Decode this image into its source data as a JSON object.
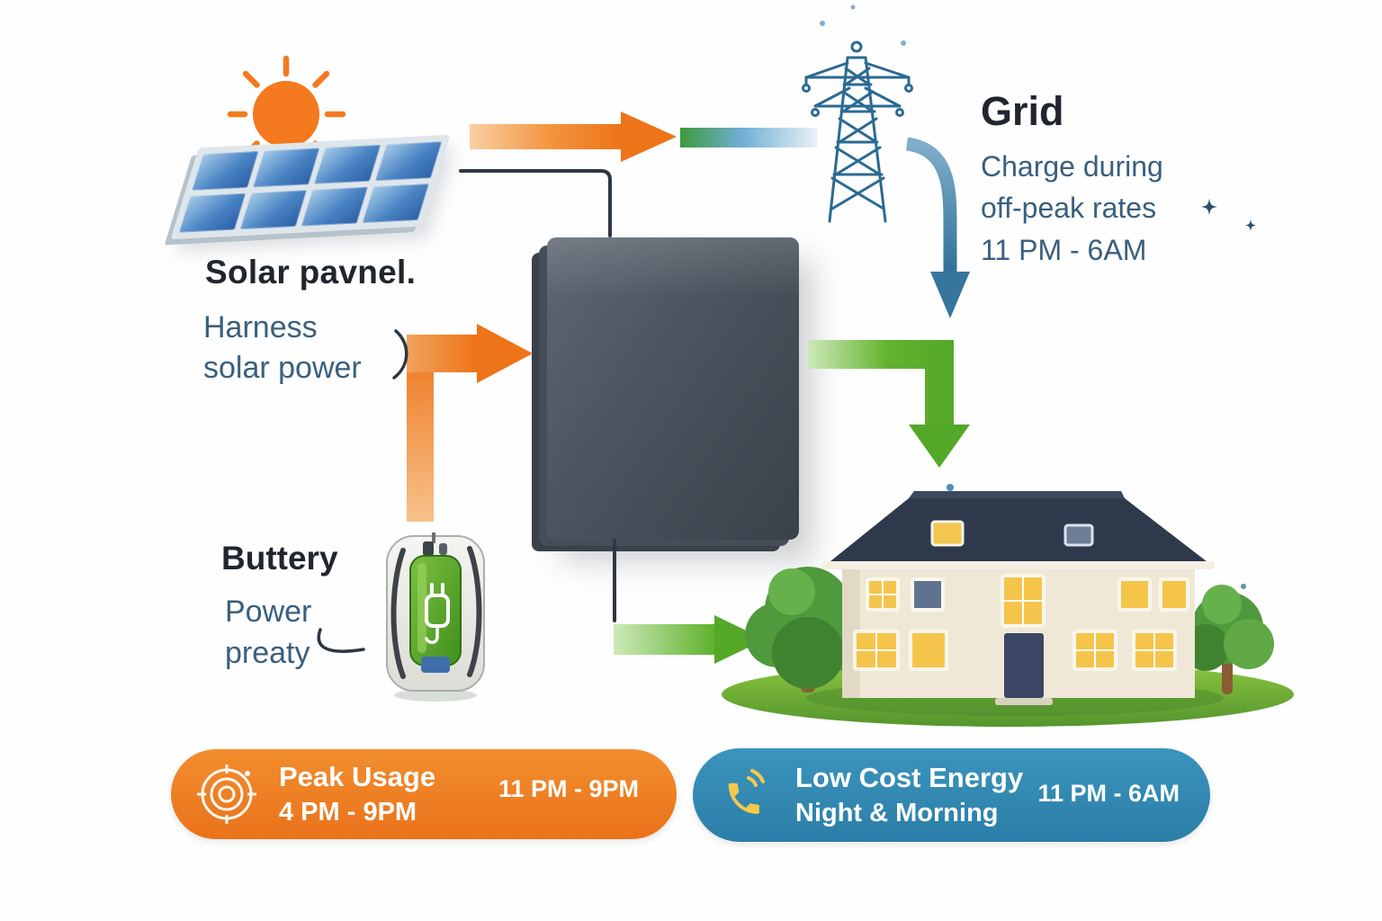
{
  "solar": {
    "title": "Solar pavnel.",
    "line1": "Harness",
    "line2": "solar power"
  },
  "grid": {
    "title": "Grid",
    "line1": "Charge during",
    "line2": "off-peak rates",
    "line3": "11 PM - 6AM"
  },
  "battery": {
    "title": "Buttery",
    "line1": "Power",
    "line2": "preaty"
  },
  "badges": {
    "peak": {
      "title": "Peak Usage",
      "subtitle": "4 PM - 9PM",
      "time": "11 PM - 9PM",
      "icon": "target-icon",
      "bg": "#EE7A1D"
    },
    "low_cost": {
      "title": "Low Cost Energy",
      "subtitle": "Night & Morning",
      "time": "11 PM - 6AM",
      "icon": "phone-icon",
      "bg": "#2E84AE"
    }
  },
  "icons": {
    "sun": "sun-icon",
    "solar_panel": "solar-panel-illustration",
    "grid_tower": "transmission-tower-icon",
    "home_battery": "home-battery-unit",
    "battery_charger": "battery-charger-icon",
    "house": "house-illustration",
    "peak_badge": "target-icon",
    "low_cost_badge": "phone-icon"
  },
  "colors": {
    "orange": "#ED7418",
    "green": "#57AE2B",
    "teal": "#35739B",
    "steel_text": "#3A5F7E",
    "heading_text": "#21262E",
    "badge_orange": "#EE7A1D",
    "badge_blue": "#2E84AE",
    "battery_body": "#49525B",
    "sun": "#F4791F",
    "panel_blue": "#2F6FB4",
    "roof": "#2E3A4C",
    "wall": "#EFE8D6",
    "window_glow": "#F5C54B",
    "grass": "#6FB13C",
    "icon_yellow": "#F5C84C"
  }
}
